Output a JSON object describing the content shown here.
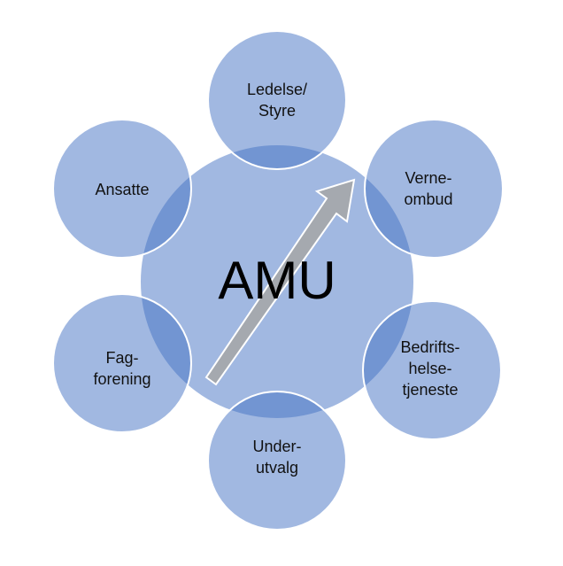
{
  "center": {
    "label": "AMU"
  },
  "nodes": [
    {
      "lines": [
        "Ledelse/",
        "Styre"
      ]
    },
    {
      "lines": [
        "Verne-",
        "ombud"
      ]
    },
    {
      "lines": [
        "Bedrifts-",
        "helse-",
        "tjeneste"
      ]
    },
    {
      "lines": [
        "Under-",
        "utvalg"
      ]
    },
    {
      "lines": [
        "Fag-",
        "forening"
      ]
    },
    {
      "lines": [
        "Ansatte"
      ]
    }
  ],
  "colors": {
    "circle": "#4472c4",
    "arrow": "#a6a6a6"
  }
}
